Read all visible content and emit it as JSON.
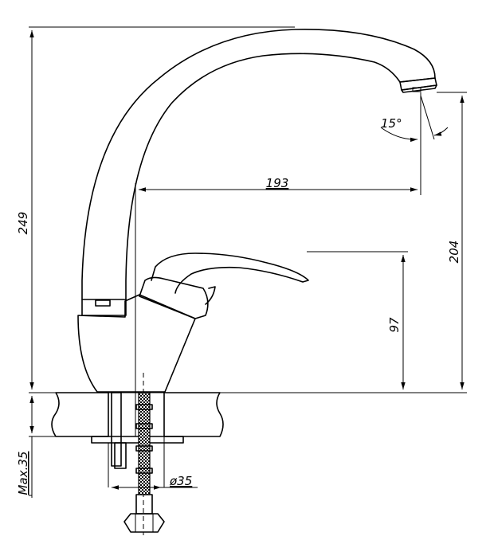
{
  "dimensions": {
    "overall_height": "249",
    "spout_reach": "193",
    "spout_height": "204",
    "handle_height": "97",
    "spout_angle": "15°",
    "max_counter_thickness": "Max.35",
    "hole_diameter": "ø35"
  }
}
